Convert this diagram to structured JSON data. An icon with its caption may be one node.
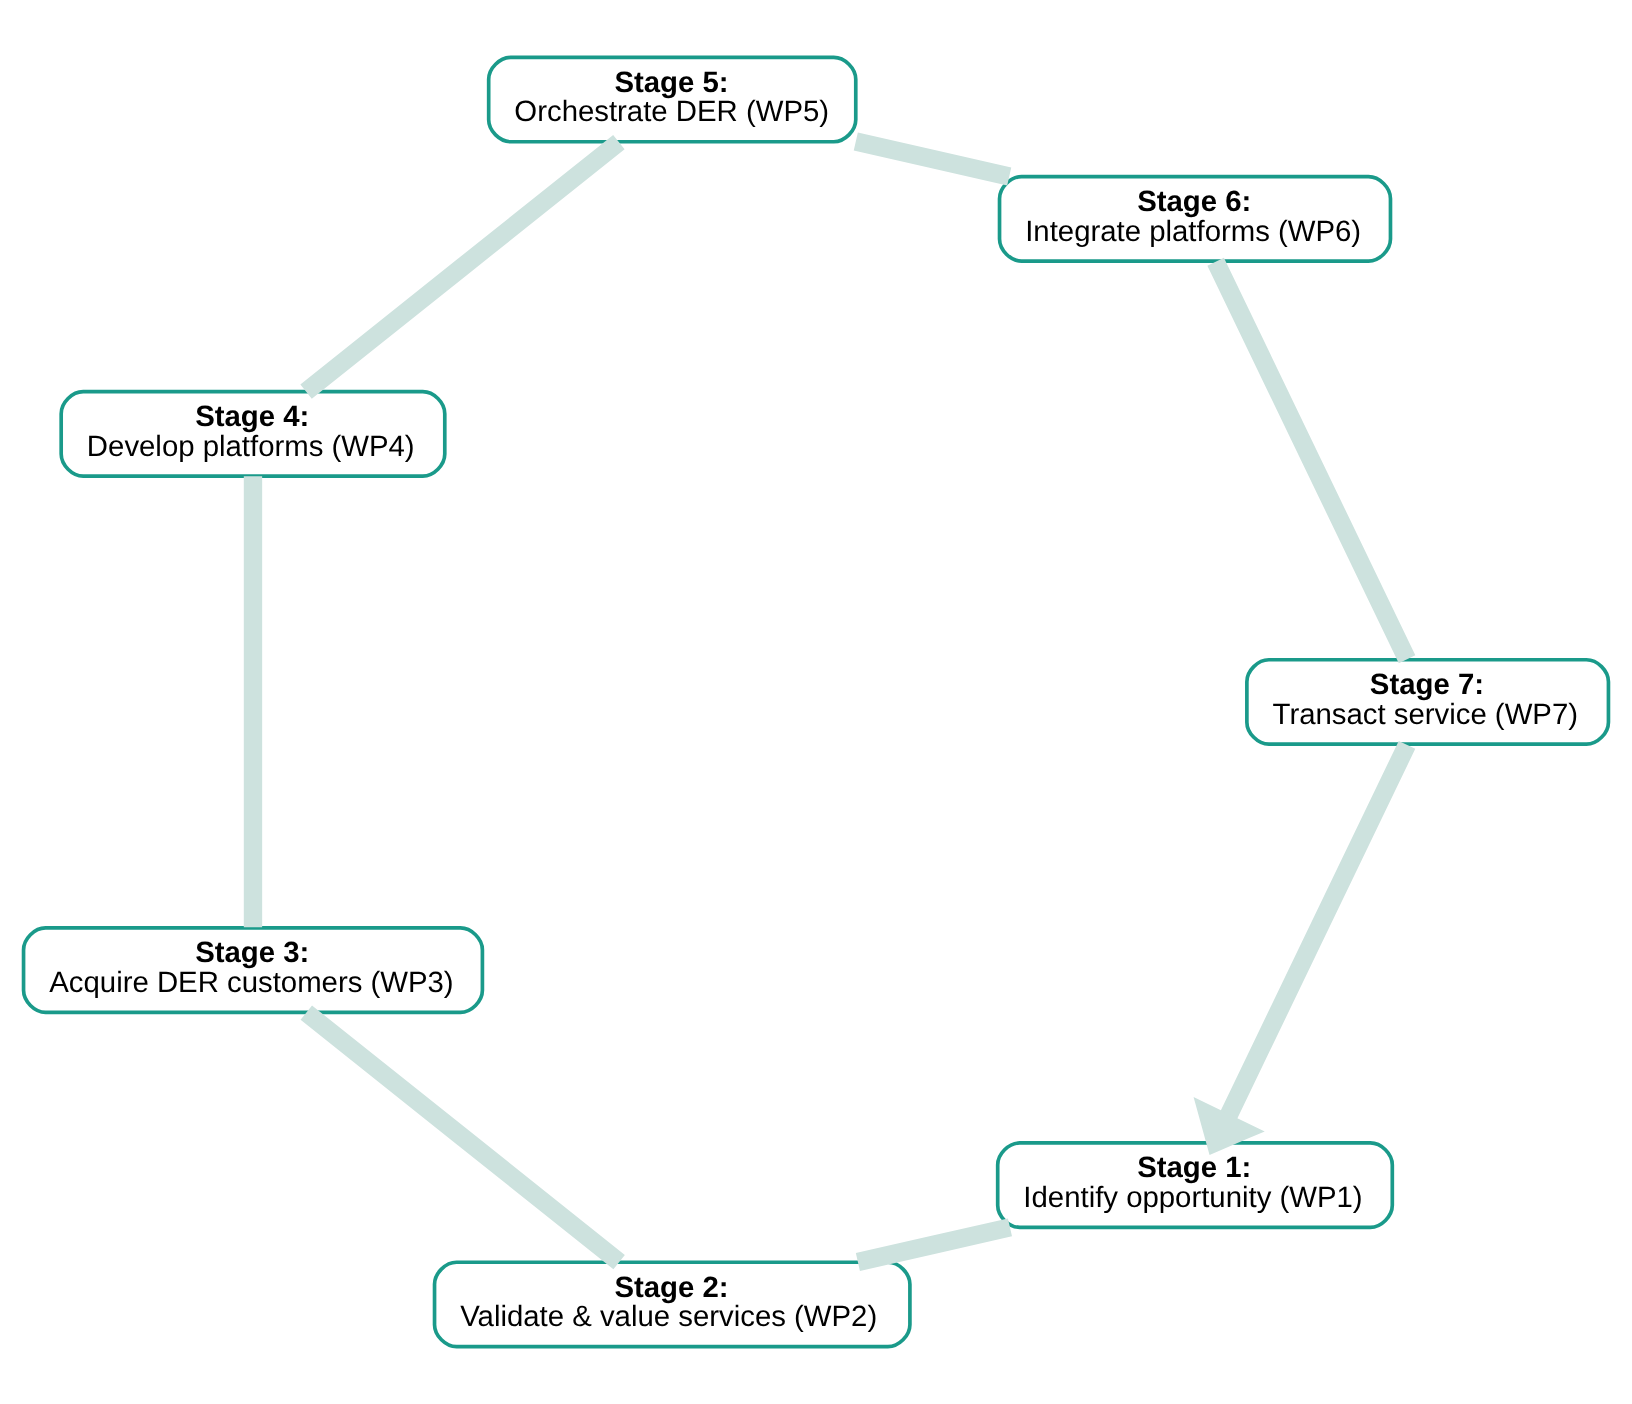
{
  "diagram": {
    "nodes": [
      {
        "text": [
          "Stage 1:",
          "Identify opportunity (WP1)"
        ]
      },
      {
        "text": [
          "Stage 2:",
          "Validate & value services (WP2)"
        ]
      },
      {
        "text": [
          "Stage 3:",
          "Acquire DER customers (WP3)"
        ]
      },
      {
        "text": [
          "Stage 4:",
          "Develop platforms (WP4)"
        ]
      },
      {
        "text": [
          "Stage 5:",
          "Orchestrate DER (WP5)"
        ]
      },
      {
        "text": [
          "Stage 6:",
          "Integrate platforms (WP6)"
        ]
      },
      {
        "text": [
          "Stage 7:",
          "Transact service (WP7)"
        ]
      }
    ],
    "edges": [
      {
        "from": 0,
        "to": 1,
        "arrow": "none"
      },
      {
        "from": 1,
        "to": 2,
        "arrow": "none"
      },
      {
        "from": 2,
        "to": 3,
        "arrow": "none"
      },
      {
        "from": 3,
        "to": 4,
        "arrow": "none"
      },
      {
        "from": 4,
        "to": 5,
        "arrow": "none"
      },
      {
        "from": 5,
        "to": 6,
        "arrow": "none"
      },
      {
        "from": 6,
        "to": 0,
        "arrow": "to"
      }
    ]
  }
}
